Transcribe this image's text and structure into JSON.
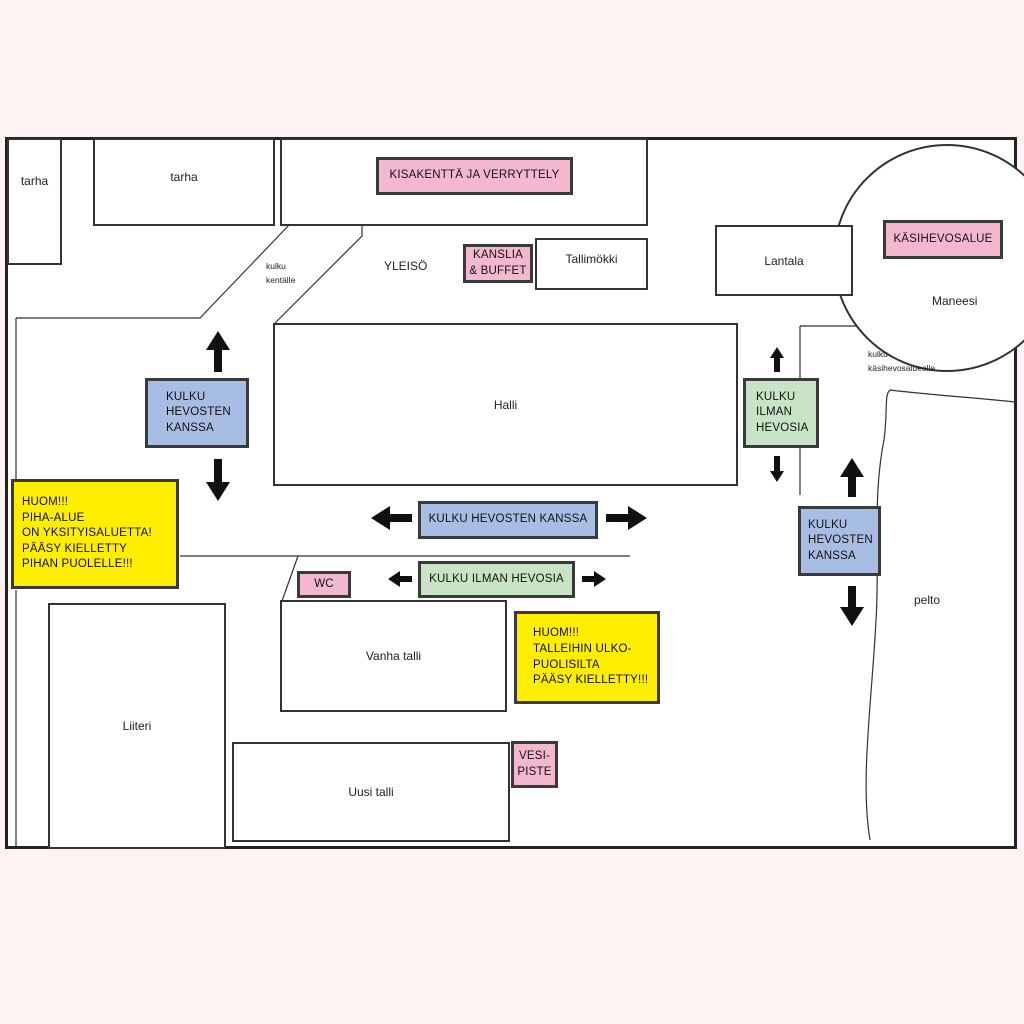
{
  "map": {
    "buildings": {
      "tarha_left": "tarha",
      "tarha_top": "tarha",
      "tallimokki": "Tallimökki",
      "lantala": "Lantala",
      "halli": "Halli",
      "vanha_talli": "Vanha talli",
      "liiteri": "Liiteri",
      "uusi_talli": "Uusi talli",
      "maneesi": "Maneesi"
    },
    "areas": {
      "yleiso": "YLEISÖ",
      "kulku_kentalle": "kulku\nkentälle",
      "kulku_kasihevosalueelle": "kulku\nkäsihevosalueelle",
      "pelto": "pelto"
    },
    "labels": {
      "kisakentta": "KISAKENTTÄ JA VERRYTTELY",
      "kanslia": "KANSLIA\n& BUFFET",
      "kasihevosalue": "KÄSIHEVOSALUE",
      "wc": "WC",
      "vesipiste": "VESI-\nPISTE",
      "kulku_hevosten_left": "KULKU\nHEVOSTEN\nKANSSA",
      "kulku_ilman_right": "KULKU\nILMAN\nHEVOSIA",
      "kulku_hevosten_center": "KULKU HEVOSTEN KANSSA",
      "kulku_ilman_center": "KULKU ILMAN HEVOSIA",
      "kulku_hevosten_right": "KULKU\nHEVOSTEN\nKANSSA",
      "huom_piha": "HUOM!!!\nPIHA-ALUE\nON YKSITYISALUETTA!\nPÄÄSY KIELLETTY\nPIHAN PUOLELLE!!!",
      "huom_talli": "HUOM!!!\nTALLEIHIN ULKO-\nPUOLISILTA\nPÄÄSY KIELLETTY!!!"
    },
    "colors": {
      "pink": "#f3b8d0",
      "blue": "#a8bde3",
      "green": "#c8e3c6",
      "yellow": "#ffee00",
      "background": "#fdf3f3"
    }
  }
}
